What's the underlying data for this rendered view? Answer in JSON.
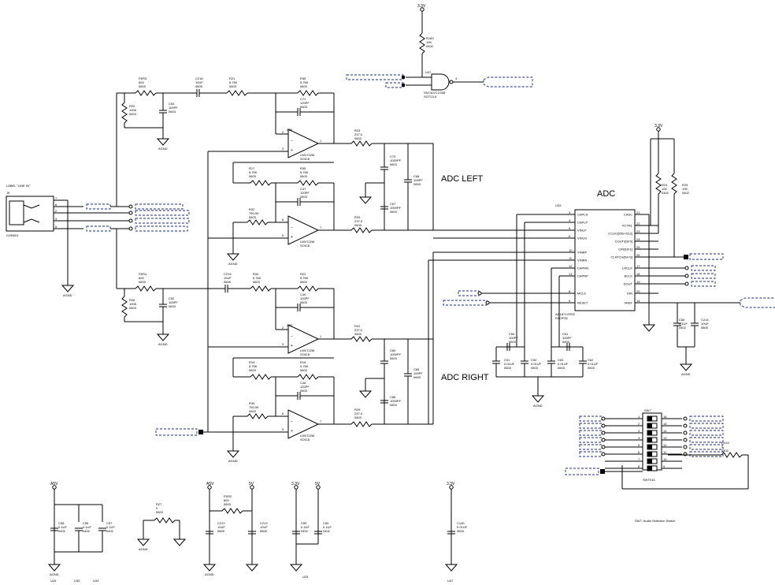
{
  "titles": {
    "adc": "ADC",
    "adc_left": "ADC LEFT",
    "adc_right": "ADC RIGHT",
    "sw7_caption": "SW7: Audio Selection Switch",
    "line_in_label": "LABEL \"LINE IN\""
  },
  "power": {
    "v33": "3.3V",
    "v5": "5V",
    "a5v": "A5V",
    "agnd": "AGND"
  },
  "connector": {
    "ref": "J9",
    "part": "CON001",
    "pins": [
      "7",
      "6",
      "2",
      "3",
      "5"
    ]
  },
  "opamps": {
    "u29": {
      "ref": "U29",
      "part": "LMV722M",
      "pkg": "SOIC8"
    },
    "u30": {
      "ref": "U30",
      "part": "LMV722M",
      "pkg": "SOIC8"
    }
  },
  "components": {
    "fer3": {
      "ref": "FER3",
      "val": "600",
      "pkg": "0603"
    },
    "fer4": {
      "ref": "FER4",
      "val": "600",
      "pkg": "0603"
    },
    "fer2": {
      "ref": "FER2",
      "val": "600",
      "pkg": "0603"
    },
    "c218": {
      "ref": "C218",
      "val": "10UF",
      "pkg": "0805"
    },
    "c215": {
      "ref": "C215",
      "val": "10UF",
      "pkg": "0805"
    },
    "r21": {
      "ref": "R21",
      "val": "5.76K",
      "pkg": "0603"
    },
    "r34": {
      "ref": "R34",
      "val": "5.76K",
      "pkg": "0603"
    },
    "r35": {
      "ref": "R35",
      "val": "5.76K",
      "pkg": "0603"
    },
    "r22": {
      "ref": "R22",
      "val": "5.76K",
      "pkg": "0603"
    },
    "r20": {
      "ref": "R20",
      "val": "100K",
      "pkg": "0603"
    },
    "r26": {
      "ref": "R26",
      "val": "100K",
      "pkg": "0603"
    },
    "c53": {
      "ref": "C53",
      "val": "100PF",
      "pkg": "0603"
    },
    "c52": {
      "ref": "C52",
      "val": "100PF",
      "pkg": "0603"
    },
    "c71": {
      "ref": "C71",
      "val": "120PF",
      "pkg": "0603"
    },
    "c49": {
      "ref": "C49",
      "val": "120PF",
      "pkg": "0603"
    },
    "c47": {
      "ref": "C47",
      "val": "120PF",
      "pkg": "0603"
    },
    "c48": {
      "ref": "C48",
      "val": "120PF",
      "pkg": "0603"
    },
    "r23": {
      "ref": "R23",
      "val": "237.0",
      "pkg": "0603"
    },
    "r33": {
      "ref": "R33",
      "val": "237.0",
      "pkg": "0603"
    },
    "r31": {
      "ref": "R31",
      "val": "237.0",
      "pkg": "0603"
    },
    "r29": {
      "ref": "R29",
      "val": "237.0",
      "pkg": "0603"
    },
    "r17": {
      "ref": "R17",
      "val": "5.76K",
      "pkg": "0603"
    },
    "r19": {
      "ref": "R19",
      "val": "5.76K",
      "pkg": "0603"
    },
    "r18": {
      "ref": "R18",
      "val": "5.76K",
      "pkg": "0603"
    },
    "r32": {
      "ref": "R32",
      "val": "750.0K",
      "pkg": "0603"
    },
    "r30": {
      "ref": "R30",
      "val": "750.0K",
      "pkg": "0603"
    },
    "c70": {
      "ref": "C70",
      "val": "1000PF",
      "pkg": "0603"
    },
    "c67": {
      "ref": "C67",
      "val": "1000PF",
      "pkg": "0603"
    },
    "c68": {
      "ref": "C68",
      "val": "100PF",
      "pkg": "0603"
    },
    "c69": {
      "ref": "C69",
      "val": "1000PF",
      "pkg": "0603"
    },
    "c66": {
      "ref": "C66",
      "val": "1000PF",
      "pkg": "0603"
    },
    "c65": {
      "ref": "C65",
      "val": "100PF",
      "pkg": "0603"
    },
    "r169": {
      "ref": "R169",
      "val": "10K",
      "pkg": "0402"
    },
    "u47": {
      "ref": "U47",
      "part": "SN74LVC1G08",
      "pkg": "SOT23-5"
    },
    "r24": {
      "ref": "R24",
      "val": "10K",
      "pkg": "0402"
    },
    "r25": {
      "ref": "R25",
      "val": "10K",
      "pkg": "0402"
    },
    "c64": {
      "ref": "C64",
      "val": "0.1UF",
      "pkg": "0402"
    },
    "c214": {
      "ref": "C214",
      "val": "10UF",
      "pkg": "0805"
    },
    "c54": {
      "ref": "C54",
      "val": "100PF",
      "pkg": "0603"
    },
    "c61": {
      "ref": "C61",
      "val": "100PF",
      "pkg": "0603"
    },
    "c51": {
      "ref": "C51",
      "val": "0.01UF",
      "pkg": "0603"
    },
    "c50": {
      "ref": "C50",
      "val": "0.01UF",
      "pkg": "0603"
    },
    "c63": {
      "ref": "C63",
      "val": "0.01UF",
      "pkg": "0603"
    },
    "c62": {
      "ref": "C62",
      "val": "0.01UF",
      "pkg": "0603"
    },
    "c58": {
      "ref": "C58",
      "val": "0.1UF",
      "pkg": "0402"
    },
    "c56": {
      "ref": "C56",
      "val": "0.1UF",
      "pkg": "0402"
    },
    "c57": {
      "ref": "C57",
      "val": "0.1UF",
      "pkg": "0402"
    },
    "r27": {
      "ref": "R27",
      "val": "0",
      "pkg": "0603"
    },
    "c212": {
      "ref": "C212",
      "val": "10UF",
      "pkg": "0805"
    },
    "c213": {
      "ref": "C213",
      "val": "10UF",
      "pkg": "0805"
    },
    "c59": {
      "ref": "C59",
      "val": "0.1UF",
      "pkg": "0402"
    },
    "c60": {
      "ref": "C60",
      "val": "0.1UF",
      "pkg": "0402"
    },
    "c145": {
      "ref": "C145",
      "val": "0.01UF",
      "pkg": "0603"
    },
    "r419": {
      "ref": "R419",
      "val": "0",
      "pkg": "0402"
    },
    "sw7": {
      "ref": "SW7",
      "part": "SWT016"
    }
  },
  "adc_chip": {
    "ref": "U33",
    "part": "AD1871YRSZ",
    "pkg": "SSOP28",
    "left_pins": [
      {
        "name": "CAPLN",
        "num": "3"
      },
      {
        "name": "CAPLP",
        "num": "4"
      },
      {
        "name": "VINLP",
        "num": "5"
      },
      {
        "name": "VINLN",
        "num": "6"
      },
      {
        "name": "VINRP",
        "num": "10"
      },
      {
        "name": "VINRN",
        "num": "11"
      },
      {
        "name": "CAPRN",
        "num": "12"
      },
      {
        "name": "CAPRP",
        "num": "13"
      },
      {
        "name": "MCLK",
        "num": "8"
      },
      {
        "name": "RESET",
        "num": "9"
      }
    ],
    "right_pins": [
      {
        "name": "CASC",
        "num": "21"
      },
      {
        "name": "XCTRL",
        "num": "22"
      },
      {
        "name": "CCLK/[256/-/512]",
        "num": "23"
      },
      {
        "name": "COUT/[DF0]",
        "num": "24"
      },
      {
        "name": "CIN/[DF1]",
        "num": "25"
      },
      {
        "name": "CLATCH/[M-/S]",
        "num": "26"
      },
      {
        "name": "LRCLK",
        "num": "17"
      },
      {
        "name": "BCLK",
        "num": "18"
      },
      {
        "name": "DOUT",
        "num": "19"
      },
      {
        "name": "DIN",
        "num": "20"
      },
      {
        "name": "VREF",
        "num": "14"
      }
    ]
  },
  "bottom_refs": [
    "U29",
    "U30",
    "U33",
    "U33",
    "U47"
  ],
  "colors": {
    "wire": "#000000",
    "netlabel": "#1b2a8a",
    "background": "#ffffff"
  }
}
